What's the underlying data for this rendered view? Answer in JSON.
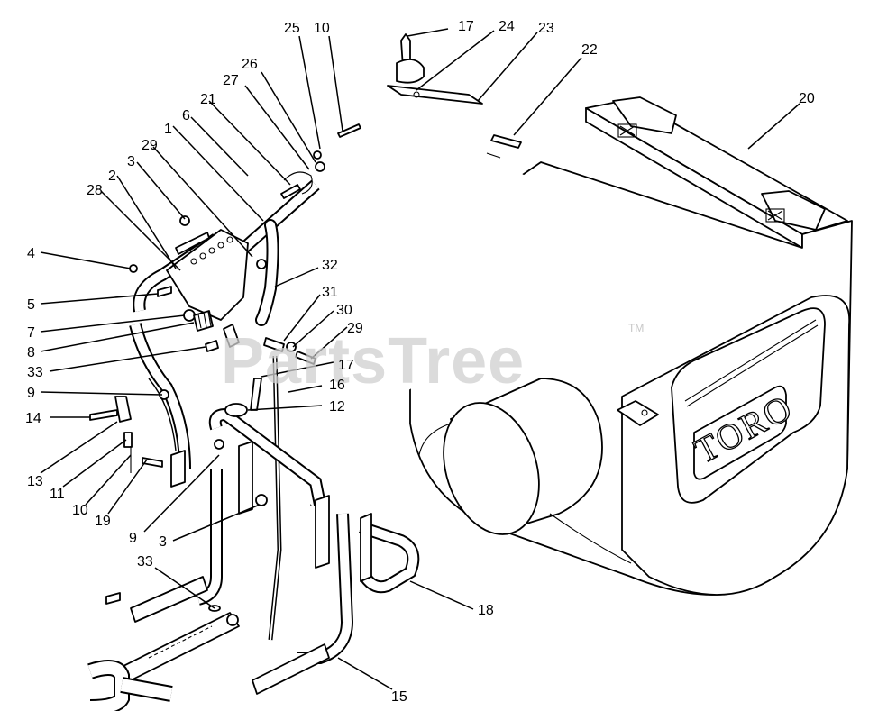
{
  "watermark": {
    "text": "PartsTree",
    "tm": "TM"
  },
  "housing_brand": "TORO",
  "callouts": {
    "c17a": "17",
    "c24": "24",
    "c23": "23",
    "c22": "22",
    "c25": "25",
    "c10a": "10",
    "c26": "26",
    "c27": "27",
    "c21": "21",
    "c6": "6",
    "c1": "1",
    "c29a": "29",
    "c3a": "3",
    "c2": "2",
    "c28": "28",
    "c20": "20",
    "c4": "4",
    "c32": "32",
    "c5": "5",
    "c31": "31",
    "c30": "30",
    "c7": "7",
    "c29b": "29",
    "c8": "8",
    "c33a": "33",
    "c17b": "17",
    "c9a": "9",
    "c16": "16",
    "c12": "12",
    "c14": "14",
    "c13": "13",
    "c11": "11",
    "c10b": "10",
    "c19": "19",
    "c9b": "9",
    "c3b": "3",
    "c33b": "33",
    "c18": "18",
    "c15": "15"
  }
}
